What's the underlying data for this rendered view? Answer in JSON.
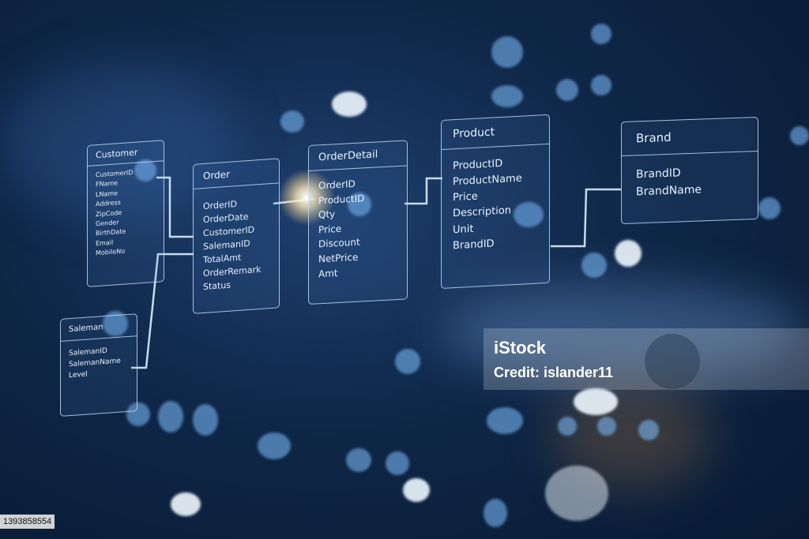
{
  "tables": {
    "customer": {
      "title": "Customer",
      "fields": [
        "CustomerID",
        "FName",
        "LName",
        "Address",
        "ZipCode",
        "Gender",
        "BirthDate",
        "Email",
        "MobileNo"
      ]
    },
    "order": {
      "title": "Order",
      "fields": [
        "OrderID",
        "OrderDate",
        "CustomerID",
        "SalemanID",
        "TotalAmt",
        "OrderRemark",
        "Status"
      ]
    },
    "orderdetail": {
      "title": "OrderDetail",
      "fields": [
        "OrderID",
        "ProductID",
        "Qty",
        "Price",
        "Discount",
        "NetPrice",
        "Amt"
      ]
    },
    "product": {
      "title": "Product",
      "fields": [
        "ProductID",
        "ProductName",
        "Price",
        "Description",
        "Unit",
        "BrandID"
      ]
    },
    "brand": {
      "title": "Brand",
      "fields": [
        "BrandID",
        "BrandName"
      ]
    },
    "saleman": {
      "title": "Saleman",
      "fields": [
        "SalemanID",
        "SalemanName",
        "Level"
      ]
    }
  },
  "watermark": {
    "logo": "iStock",
    "credit": "Credit: islander11"
  },
  "image_id": "1393858554",
  "colors": {
    "background": "#0f2748",
    "line": "#dceeff",
    "glow": "#ffffff"
  }
}
